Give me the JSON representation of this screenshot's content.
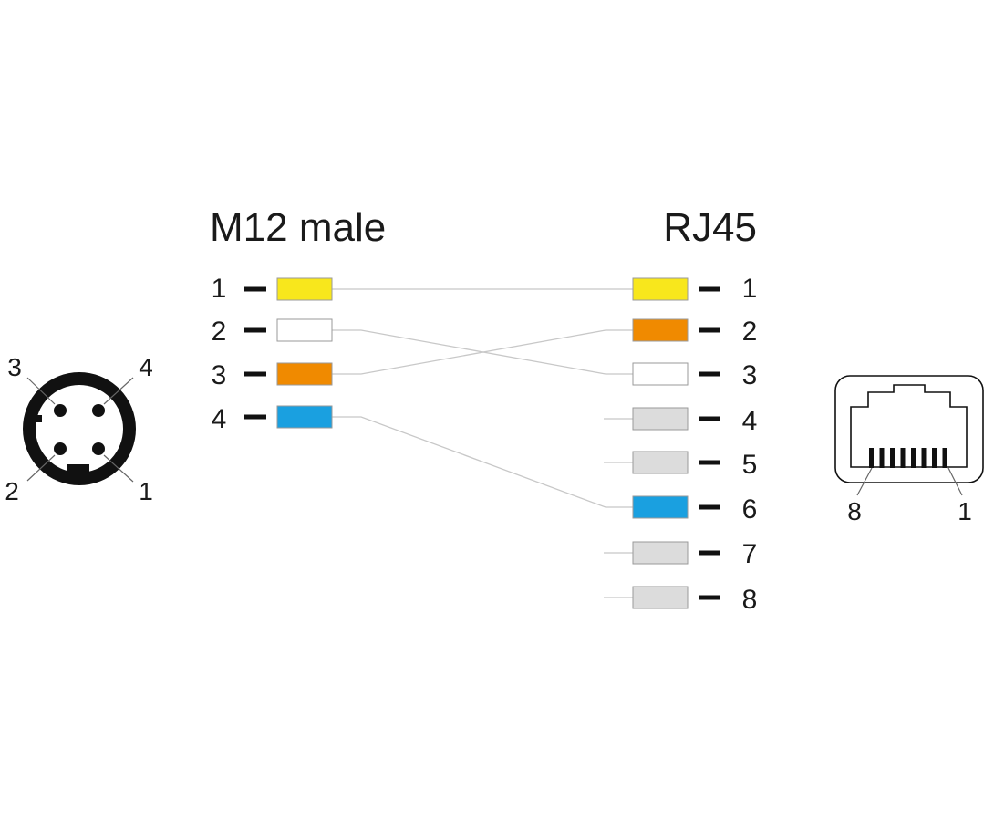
{
  "m12": {
    "title": "M12 male",
    "pins": [
      {
        "number": "1",
        "color": "#f8e71c",
        "wire_to": "1"
      },
      {
        "number": "2",
        "color": "#ffffff",
        "wire_to": "3"
      },
      {
        "number": "3",
        "color": "#f08a00",
        "wire_to": "2"
      },
      {
        "number": "4",
        "color": "#1aa0e0",
        "wire_to": "6"
      }
    ],
    "face_labels": [
      "1",
      "2",
      "3",
      "4"
    ]
  },
  "rj45": {
    "title": "RJ45",
    "pins": [
      {
        "number": "1",
        "color": "#f8e71c"
      },
      {
        "number": "2",
        "color": "#f08a00"
      },
      {
        "number": "3",
        "color": "#ffffff"
      },
      {
        "number": "4",
        "color": "#dcdcdc"
      },
      {
        "number": "5",
        "color": "#dcdcdc"
      },
      {
        "number": "6",
        "color": "#1aa0e0"
      },
      {
        "number": "7",
        "color": "#dcdcdc"
      },
      {
        "number": "8",
        "color": "#dcdcdc"
      }
    ],
    "face_labels": [
      "8",
      "1"
    ]
  },
  "colors": {
    "wire": "#c8c8c8",
    "outline": "#9a9a9a",
    "ink": "#111111"
  }
}
